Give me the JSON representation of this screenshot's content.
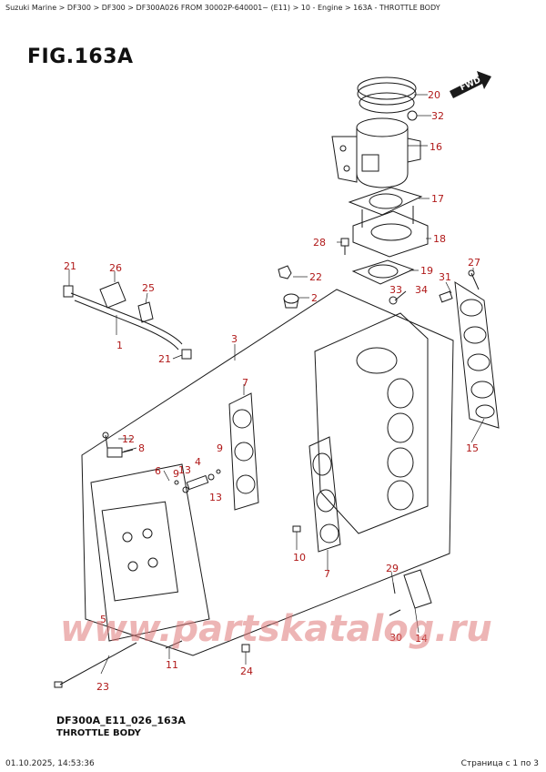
{
  "header": {
    "breadcrumb": "Suzuki Marine > DF300 > DF300 > DF300A026 FROM 30002P-640001~ (E11) > 10 - Engine > 163A - THROTTLE BODY",
    "figure_title": "FIG.163A"
  },
  "badge": {
    "fwd": "FWD"
  },
  "callouts": [
    "1",
    "2",
    "3",
    "4",
    "5",
    "6",
    "7",
    "7",
    "8",
    "9",
    "9",
    "10",
    "11",
    "12",
    "13",
    "13",
    "14",
    "15",
    "16",
    "17",
    "18",
    "19",
    "20",
    "21",
    "21",
    "22",
    "23",
    "24",
    "25",
    "26",
    "27",
    "28",
    "29",
    "30",
    "31",
    "32",
    "33",
    "34"
  ],
  "watermark": "www.partskatalog.ru",
  "footer": {
    "code": "DF300A_E11_026_163A",
    "title": "THROTTLE BODY",
    "date": "01.10.2025, 14:53:36",
    "page": "Страница с 1 по 3"
  },
  "colors": {
    "callout": "#b01818",
    "line": "#1a1a1a",
    "watermark": "#e07a7a"
  }
}
